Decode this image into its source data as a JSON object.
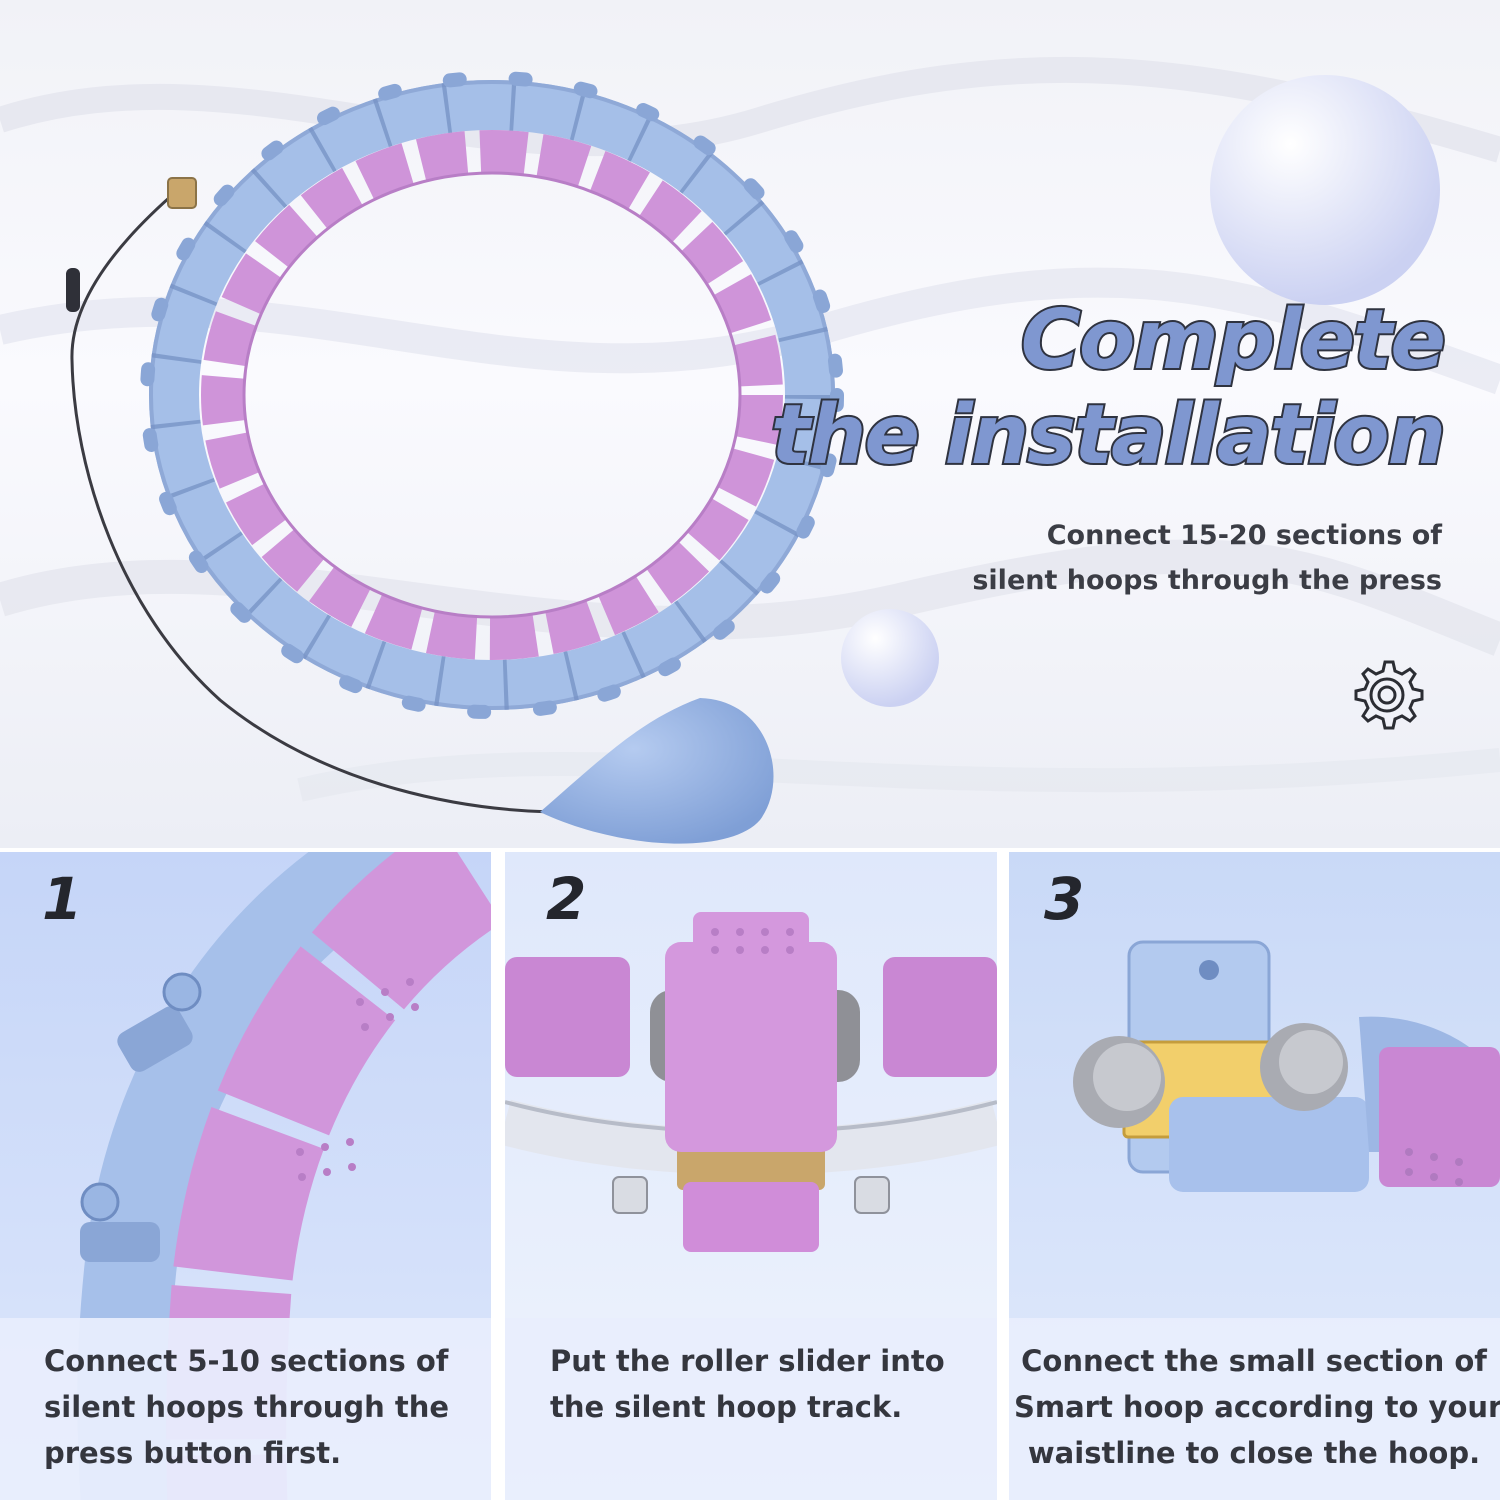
{
  "hero": {
    "headline_line1": "Complete",
    "headline_line2": "the installation",
    "subtitle_line1": "Connect 15-20 sections of",
    "subtitle_line2": "silent hoops through the press",
    "icon": "gear-icon"
  },
  "steps": [
    {
      "number": "1",
      "caption_lines": [
        "Connect 5-10 sections of",
        "silent hoops through the",
        "press button first."
      ]
    },
    {
      "number": "2",
      "caption_lines": [
        "Put the roller slider into",
        "the silent hoop track."
      ]
    },
    {
      "number": "3",
      "caption_lines": [
        "Connect the small section of",
        "Smart hoop according to your",
        "waistline to close the hoop."
      ]
    }
  ],
  "colors": {
    "hoop_blue": "#9fbbe6",
    "hoop_purple": "#cc92d6",
    "headline_fill": "#7f97d0",
    "text_dark": "#34363e",
    "yellow_band": "#f2cf6b"
  }
}
